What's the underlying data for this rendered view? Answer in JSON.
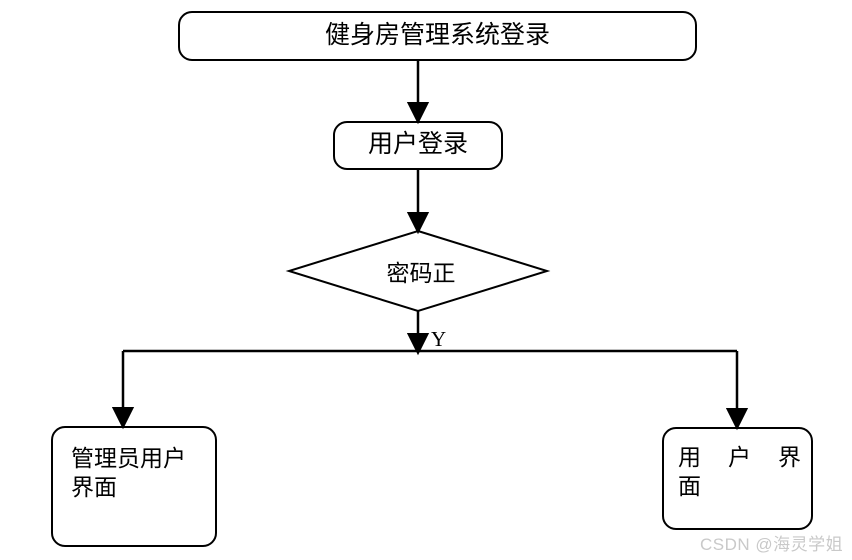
{
  "diagram": {
    "type": "flowchart",
    "title_node": {
      "id": "title",
      "shape": "rounded-rectangle",
      "label": "健身房管理系统登录"
    },
    "nodes": [
      {
        "id": "login",
        "shape": "rounded-rectangle",
        "label": "用户登录"
      },
      {
        "id": "decision",
        "shape": "diamond",
        "label": "密码正"
      },
      {
        "id": "admin",
        "shape": "rounded-rectangle",
        "label": "管理员用户界面",
        "line_1": "管理员用",
        "line_2": "户界面"
      },
      {
        "id": "user",
        "shape": "rounded-rectangle",
        "label": "用户界面",
        "line_1": "用户界",
        "line_2": "面"
      }
    ],
    "edges": [
      {
        "from": "title",
        "to": "login",
        "label": ""
      },
      {
        "from": "login",
        "to": "decision",
        "label": ""
      },
      {
        "from": "decision",
        "to": "admin",
        "label": "Y"
      },
      {
        "from": "decision",
        "to": "user",
        "label": "Y"
      }
    ],
    "branch_label_yes": "Y"
  },
  "colors": {
    "stroke": "#000000",
    "background": "#ffffff",
    "text": "#000000",
    "watermark": "#c9c9c9"
  },
  "watermark": {
    "text": "CSDN @海灵学姐"
  }
}
